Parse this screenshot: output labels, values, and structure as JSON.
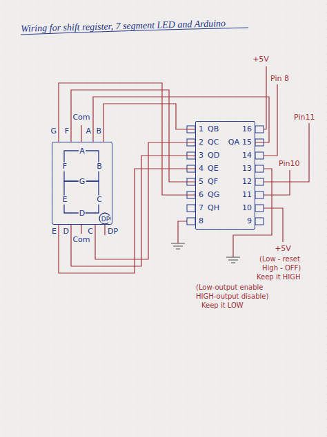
{
  "diagram": {
    "title": "Wiring for shift register, 7 segment LED and Arduino",
    "nodes": [
      {
        "text": [
          "A",
          "F",
          "B",
          "G",
          "E",
          "C",
          "D",
          "DP"
        ]
      },
      {
        "text": [
          "1",
          "QB",
          "16",
          "2",
          "QC",
          "QA",
          "15",
          "3",
          "QD",
          "14",
          "4",
          "QE",
          "13",
          "5",
          "QF",
          "12",
          "6",
          "QG",
          "11",
          "7",
          "QH",
          "10",
          "8",
          "9"
        ]
      }
    ],
    "edges": [
      {
        "from": 1,
        "to": 0,
        "arrow": "none"
      },
      {
        "from": 1,
        "to": 0,
        "arrow": "none"
      },
      {
        "from": 1,
        "to": 0,
        "arrow": "none"
      },
      {
        "from": 1,
        "to": 0,
        "arrow": "none"
      },
      {
        "from": 1,
        "to": 0,
        "arrow": "none"
      },
      {
        "from": 1,
        "to": 0,
        "arrow": "none"
      },
      {
        "from": 1,
        "to": 0,
        "arrow": "none"
      }
    ],
    "labels": [
      "G",
      "F",
      "Com",
      "A",
      "B",
      "E",
      "D",
      "Com",
      "C",
      "DP",
      "+5V",
      "Pin 8",
      "Pin11",
      "Pin10",
      "+5V",
      "(Low - reset",
      "High - OFF)",
      "Keep it HIGH",
      "(Low-output enable",
      "HIGH-output disable)",
      "Keep it LOW"
    ]
  }
}
